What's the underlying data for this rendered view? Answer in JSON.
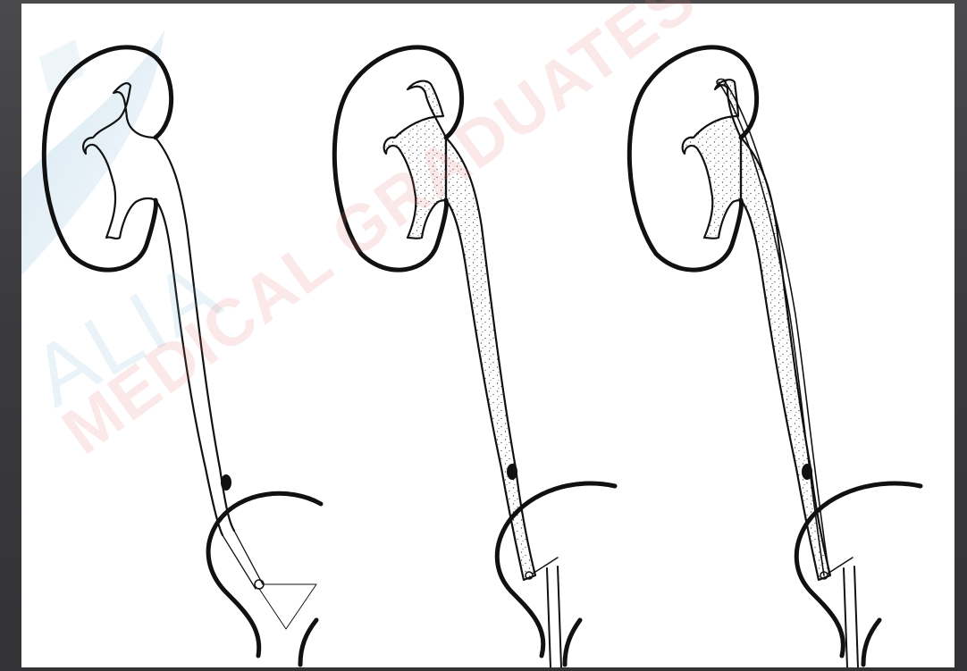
{
  "watermark": {
    "line1": "ALIA",
    "line2": "MEDICAL GRADUATES"
  },
  "panels": [
    {
      "id": "panel-1"
    },
    {
      "id": "panel-2"
    },
    {
      "id": "panel-3"
    }
  ],
  "colors": {
    "slide_background": "#3a3a3c",
    "figure_background": "#ffffff",
    "ink": "#111111",
    "watermark_red": "#e47878",
    "watermark_blue": "#78b4d2"
  }
}
